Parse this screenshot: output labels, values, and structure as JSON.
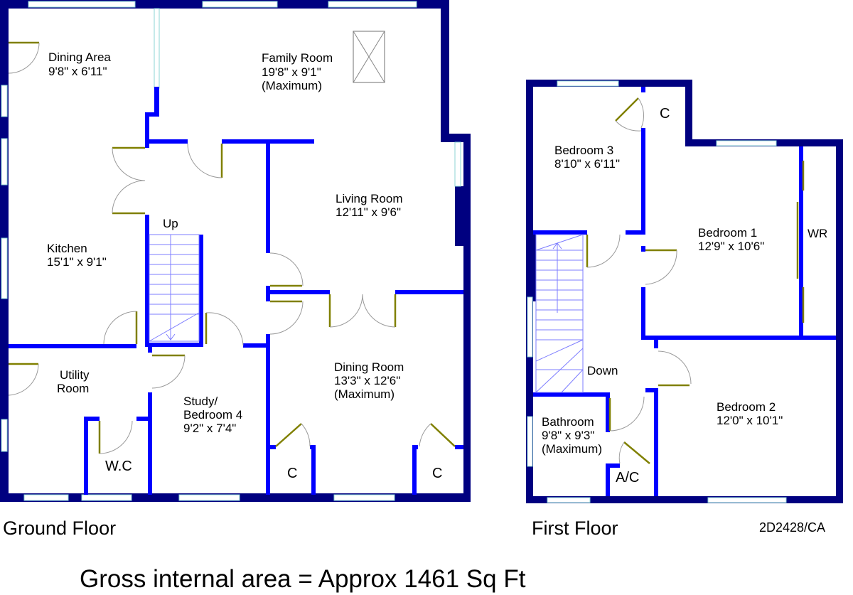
{
  "ground_floor": {
    "label": "Ground Floor",
    "rooms": {
      "dining_area": {
        "name": "Dining Area",
        "dims": "9'8\" x 6'11\""
      },
      "family_room": {
        "name": "Family Room",
        "dims": "19'8\" x 9'1\"",
        "note": "(Maximum)"
      },
      "living_room": {
        "name": "Living Room",
        "dims": "12'11\" x 9'6\""
      },
      "kitchen": {
        "name": "Kitchen",
        "dims": "15'1\" x 9'1\""
      },
      "utility": {
        "line1": "Utility",
        "line2": "Room"
      },
      "wc": {
        "name": "W.C"
      },
      "study": {
        "line1": "Study/",
        "line2": "Bedroom 4",
        "dims": "9'2\" x 7'4\""
      },
      "dining_room": {
        "name": "Dining Room",
        "dims": "13'3\" x 12'6\"",
        "note": "(Maximum)"
      },
      "cupboard_1": {
        "name": "C"
      },
      "cupboard_2": {
        "name": "C"
      }
    },
    "stairs_label": "Up"
  },
  "first_floor": {
    "label": "First Floor",
    "rooms": {
      "bedroom_3": {
        "name": "Bedroom 3",
        "dims": "8'10\" x 6'11\""
      },
      "cupboard": {
        "name": "C"
      },
      "bedroom_1": {
        "name": "Bedroom 1",
        "dims": "12'9\" x 10'6\""
      },
      "wardrobe": {
        "name": "WR"
      },
      "bedroom_2": {
        "name": "Bedroom 2",
        "dims": "12'0\" x 10'1\""
      },
      "bathroom": {
        "name": "Bathroom",
        "dims": "9'8\" x 9'3\"",
        "note": "(Maximum)"
      },
      "airing_cupboard": {
        "name": "A/C"
      }
    },
    "stairs_label": "Down"
  },
  "reference": "2D2428/CA",
  "gross_area": "Gross internal area = Approx 1461 Sq Ft",
  "colors": {
    "outer_wall": "#000080",
    "inner_wall": "#0000ff",
    "door": "#808000",
    "window": "#8cd4d4"
  }
}
